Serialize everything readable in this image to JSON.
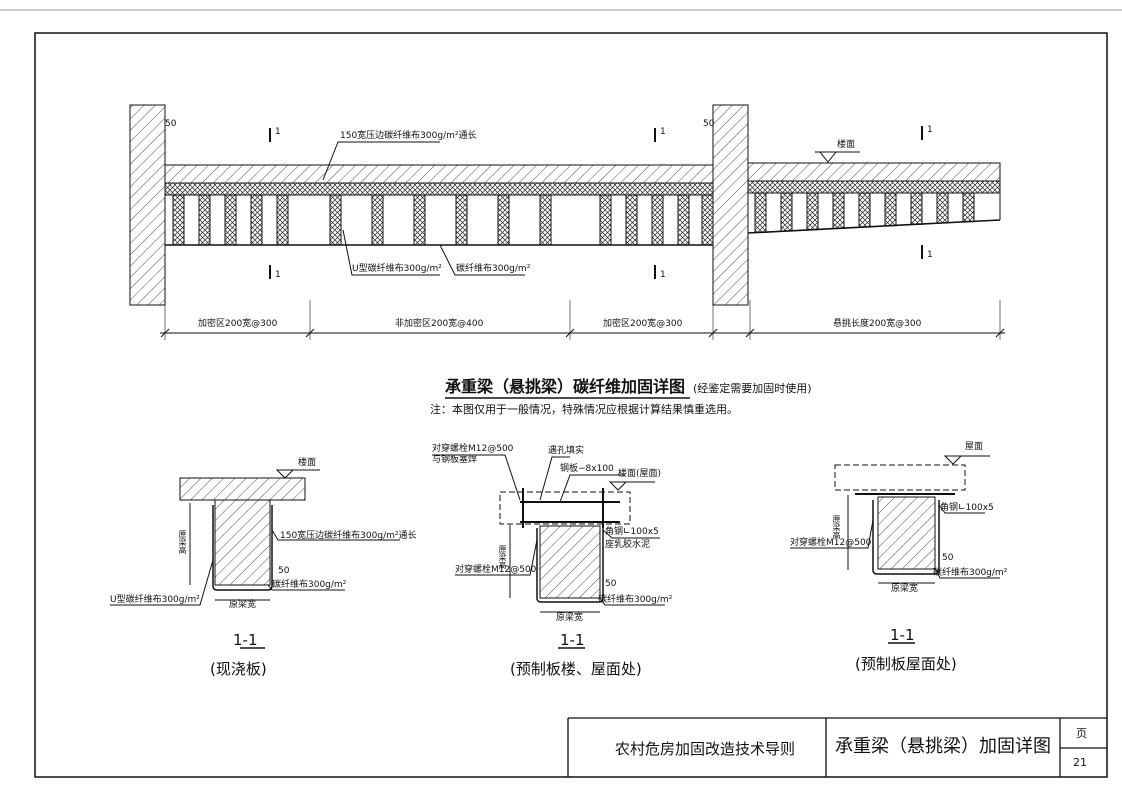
{
  "elevation": {
    "labels": {
      "top_fiber": "150宽压边碳纤维布300g/m²通长",
      "u_fiber": "U型碳纤维布300g/m²",
      "fiber": "碳纤维布300g/m²",
      "floor": "楼面",
      "offset_left": "50",
      "offset_mid": "50",
      "section_mark": "1"
    },
    "zones": [
      "加密区200宽@300",
      "非加密区200宽@400",
      "加密区200宽@300",
      "悬挑长度200宽@300"
    ]
  },
  "main_title": "承重梁（悬挑梁）碳纤维加固详图",
  "main_title_note": "(经鉴定需要加固时使用)",
  "note": "注：本图仅用于一般情况，特殊情况应根据计算结果慎重选用。",
  "sections": [
    {
      "labels": {
        "floor": "楼面",
        "top_fiber": "150宽压边碳纤维布300g/m²通长",
        "u_fiber": "U型碳纤维布300g/m²",
        "fiber": "碳纤维布300g/m²",
        "height": "原梁高",
        "width": "原梁宽",
        "dim": "50"
      },
      "name": "1-1",
      "caption": "(现浇板)"
    },
    {
      "labels": {
        "bolt_top": "对穿螺栓M12@500",
        "bolt_weld": "与钢板塞焊",
        "fill": "遇孔填实",
        "plate": "钢板−8x100",
        "floor": "楼面(屋面)",
        "angle": "角钢∟100x5",
        "mortar": "座乳胶水泥",
        "bolt": "对穿螺栓M12@500",
        "fiber": "碳纤维布300g/m²",
        "height": "原梁高",
        "width": "原梁宽",
        "dim": "50"
      },
      "name": "1-1",
      "caption": "(预制板楼、屋面处)"
    },
    {
      "labels": {
        "roof": "屋面",
        "angle": "角钢∟100x5",
        "bolt": "对穿螺栓M12@500",
        "fiber": "碳纤维布300g/m²",
        "height": "原梁高",
        "width": "原梁宽",
        "dim": "50"
      },
      "name": "1-1",
      "caption": "(预制板屋面处)"
    }
  ],
  "title_block": {
    "book": "农村危房加固改造技术导则",
    "drawing": "承重梁（悬挑梁）加固详图",
    "page_label": "页",
    "page_number": "21"
  }
}
